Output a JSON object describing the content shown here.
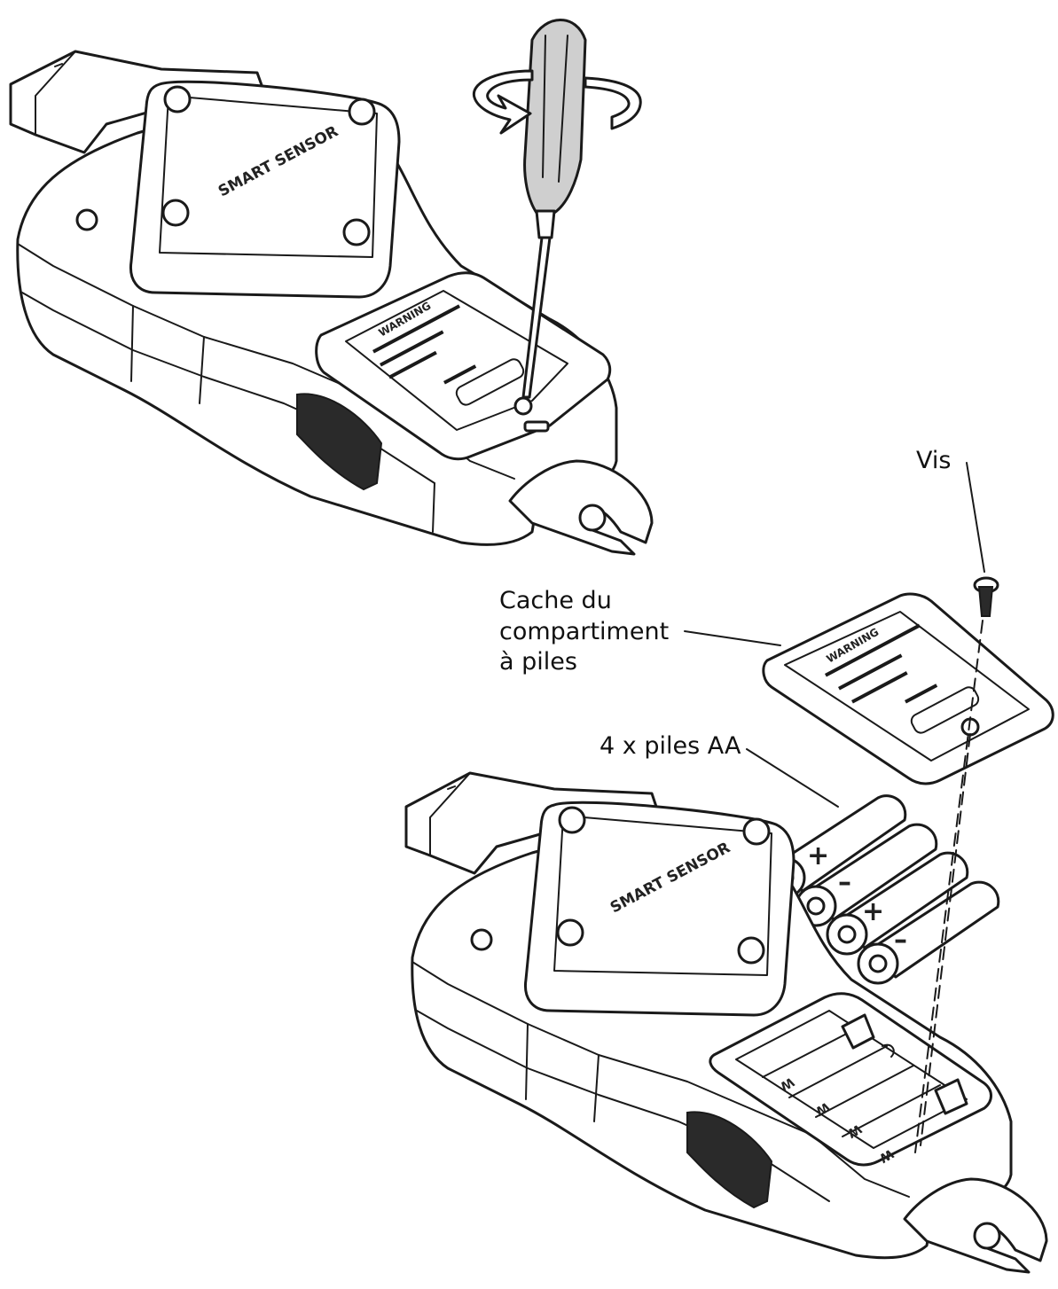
{
  "labels": {
    "screw": "Vis",
    "cover_line1": "Cache du",
    "cover_line2": "compartiment",
    "cover_line3": "à piles",
    "batteries": "4 x piles AA"
  },
  "device": {
    "brand_text": "SMART SENSOR",
    "warning_text": "WARNING"
  },
  "battery_marks": [
    "+",
    "–",
    "+",
    "–"
  ],
  "colors": {
    "ink": "#1a1a1a",
    "screwdriver_handle": "#cfcfcf",
    "background": "#ffffff"
  }
}
